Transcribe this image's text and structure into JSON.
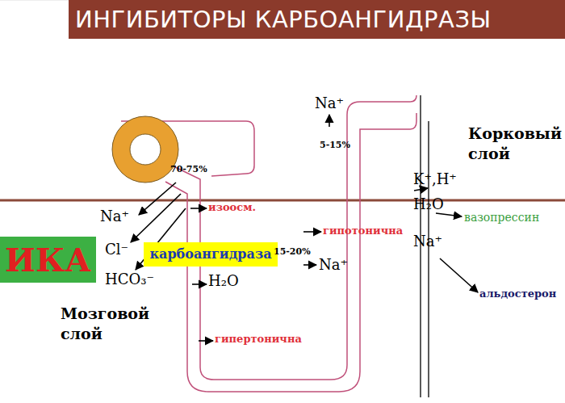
{
  "diagram": {
    "title": "ИНГИБИТОРЫ КАРБОАНГИДРАЗЫ",
    "nodes": [
      {
        "text": [
          "ИКА"
        ]
      },
      {
        "text": [
          "карбоангидраза"
        ]
      }
    ],
    "labels": [
      "Na⁺",
      "5-15%",
      "Корковый слой",
      "70-75%",
      "Na⁺",
      "изоосм.",
      "K⁺,H⁺",
      "H₂O",
      "вазопрессин",
      "гипотонична",
      "Na⁺",
      "Cl⁻",
      "15-20%",
      "Na⁺",
      "HCO₃⁻",
      "H₂O",
      "альдостерон",
      "Мозговой слой",
      "гипертонична"
    ]
  }
}
